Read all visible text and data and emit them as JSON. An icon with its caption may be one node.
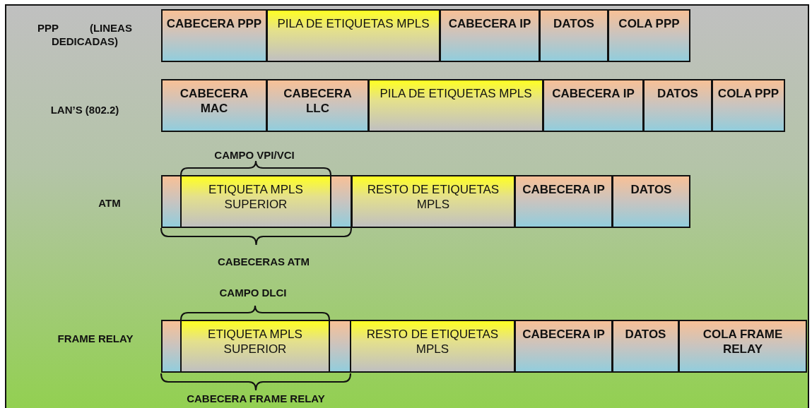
{
  "diagram": {
    "nodes": [
      {
        "text": [
          "CABECERA PPP"
        ]
      },
      {
        "text": [
          "PILA DE ETIQUETAS MPLS"
        ]
      },
      {
        "text": [
          "CABECERA IP"
        ]
      },
      {
        "text": [
          "DATOS"
        ]
      },
      {
        "text": [
          "COLA PPP"
        ]
      },
      {
        "text": [
          "CABECERA MAC"
        ]
      },
      {
        "text": [
          "CABECERA LLC"
        ]
      },
      {
        "text": [
          "PILA DE ETIQUETAS MPLS"
        ]
      },
      {
        "text": [
          "CABECERA IP"
        ]
      },
      {
        "text": [
          "DATOS"
        ]
      },
      {
        "text": [
          "COLA PPP"
        ]
      },
      {
        "text": [],
        "shape": "box"
      },
      {
        "text": [
          "ETIQUETA MPLS SUPERIOR"
        ]
      },
      {
        "text": [],
        "shape": "box"
      },
      {
        "text": [
          "RESTO DE ETIQUETAS MPLS"
        ]
      },
      {
        "text": [
          "CABECERA IP"
        ]
      },
      {
        "text": [
          "DATOS"
        ]
      },
      {
        "text": [],
        "shape": "box"
      },
      {
        "text": [
          "ETIQUETA MPLS SUPERIOR"
        ]
      },
      {
        "text": [],
        "shape": "box"
      },
      {
        "text": [
          "RESTO DE ETIQUETAS MPLS"
        ]
      },
      {
        "text": [
          "CABECERA IP"
        ]
      },
      {
        "text": [
          "DATOS"
        ]
      },
      {
        "text": [
          "COLA FRAME RELAY"
        ]
      }
    ],
    "edges": [],
    "labels": [
      "PPP (LINEAS DEDICADAS)",
      "LAN’S (802.2)",
      "CAMPO VPI/VCI",
      "ATM",
      "CABECERAS ATM",
      "CAMPO DLCI",
      "FRAME RELAY",
      "CABECERA FRAME RELAY"
    ]
  }
}
